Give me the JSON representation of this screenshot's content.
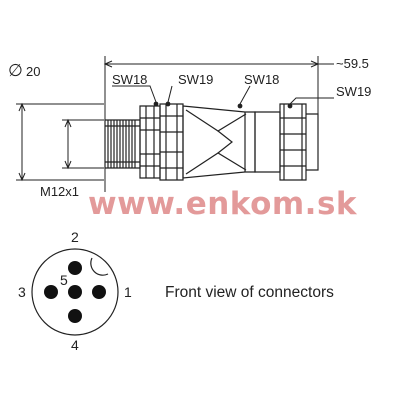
{
  "dimensions": {
    "diameter": "20",
    "length": "~59.5",
    "thread": "M12x1"
  },
  "wrench_sizes": {
    "sw1": "SW18",
    "sw2": "SW19",
    "sw3": "SW18",
    "sw4": "SW19"
  },
  "watermark": "www.enkom.sk",
  "pins": {
    "p1": "1",
    "p2": "2",
    "p3": "3",
    "p4": "4",
    "p5": "5"
  },
  "caption": "Front view of connectors",
  "colors": {
    "line": "#222222",
    "watermark": "#e39a9a"
  }
}
